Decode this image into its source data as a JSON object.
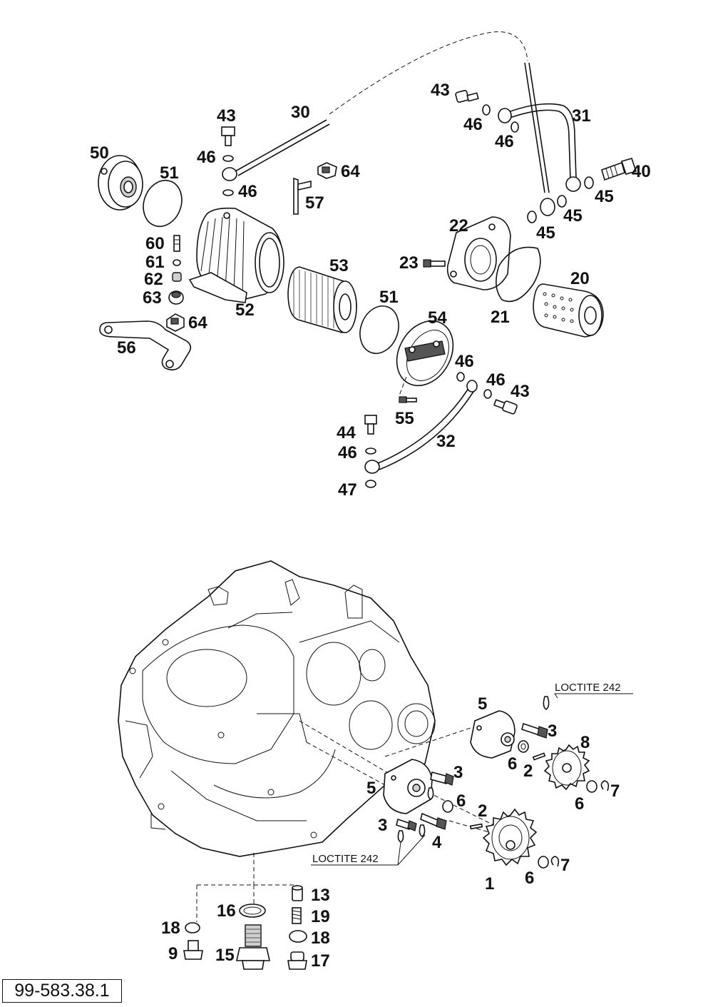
{
  "doc_id": "99-583.38.1",
  "callouts": {
    "c50": "50",
    "c51a": "51",
    "c60": "60",
    "c61": "61",
    "c62": "62",
    "c63": "63",
    "c64a": "64",
    "c56": "56",
    "c43a": "43",
    "c46a": "46",
    "c46b": "46",
    "c30": "30",
    "c57": "57",
    "c64b": "64",
    "c52": "52",
    "c53": "53",
    "c51b": "51",
    "c54": "54",
    "c55": "55",
    "c44": "44",
    "c46c": "46",
    "c47": "47",
    "c32": "32",
    "c46d": "46",
    "c46e": "46",
    "c43b": "43",
    "c43c": "43",
    "c46f": "46",
    "c46g": "46",
    "c31": "31",
    "c40": "40",
    "c45a": "45",
    "c45b": "45",
    "c45c": "45",
    "c22": "22",
    "c23": "23",
    "c20": "20",
    "c21": "21",
    "b5a": "5",
    "b3a": "3",
    "b8": "8",
    "b6a": "6",
    "b2a": "2",
    "b6b": "6",
    "b7a": "7",
    "b5b": "5",
    "b3b": "3",
    "b6c": "6",
    "b2b": "2",
    "b3c": "3",
    "b4": "4",
    "b1": "1",
    "b6d": "6",
    "b7b": "7",
    "b13": "13",
    "b16": "16",
    "b19": "19",
    "b18a": "18",
    "b18b": "18",
    "b9": "9",
    "b15": "15",
    "b17": "17"
  },
  "notes": {
    "loctite_top": "LOCTITE 242",
    "loctite_bottom": "LOCTITE 242"
  }
}
